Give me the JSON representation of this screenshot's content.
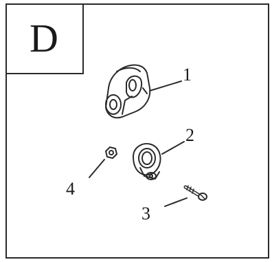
{
  "diagram": {
    "section_label": "D",
    "parts": [
      {
        "number": "1",
        "icon": "clamp-bracket-icon"
      },
      {
        "number": "2",
        "icon": "clamp-ring-icon"
      },
      {
        "number": "3",
        "icon": "screw-icon"
      },
      {
        "number": "4",
        "icon": "nut-icon"
      }
    ],
    "colors": {
      "line": "#2a2a2a",
      "paper": "#ffffff"
    }
  }
}
